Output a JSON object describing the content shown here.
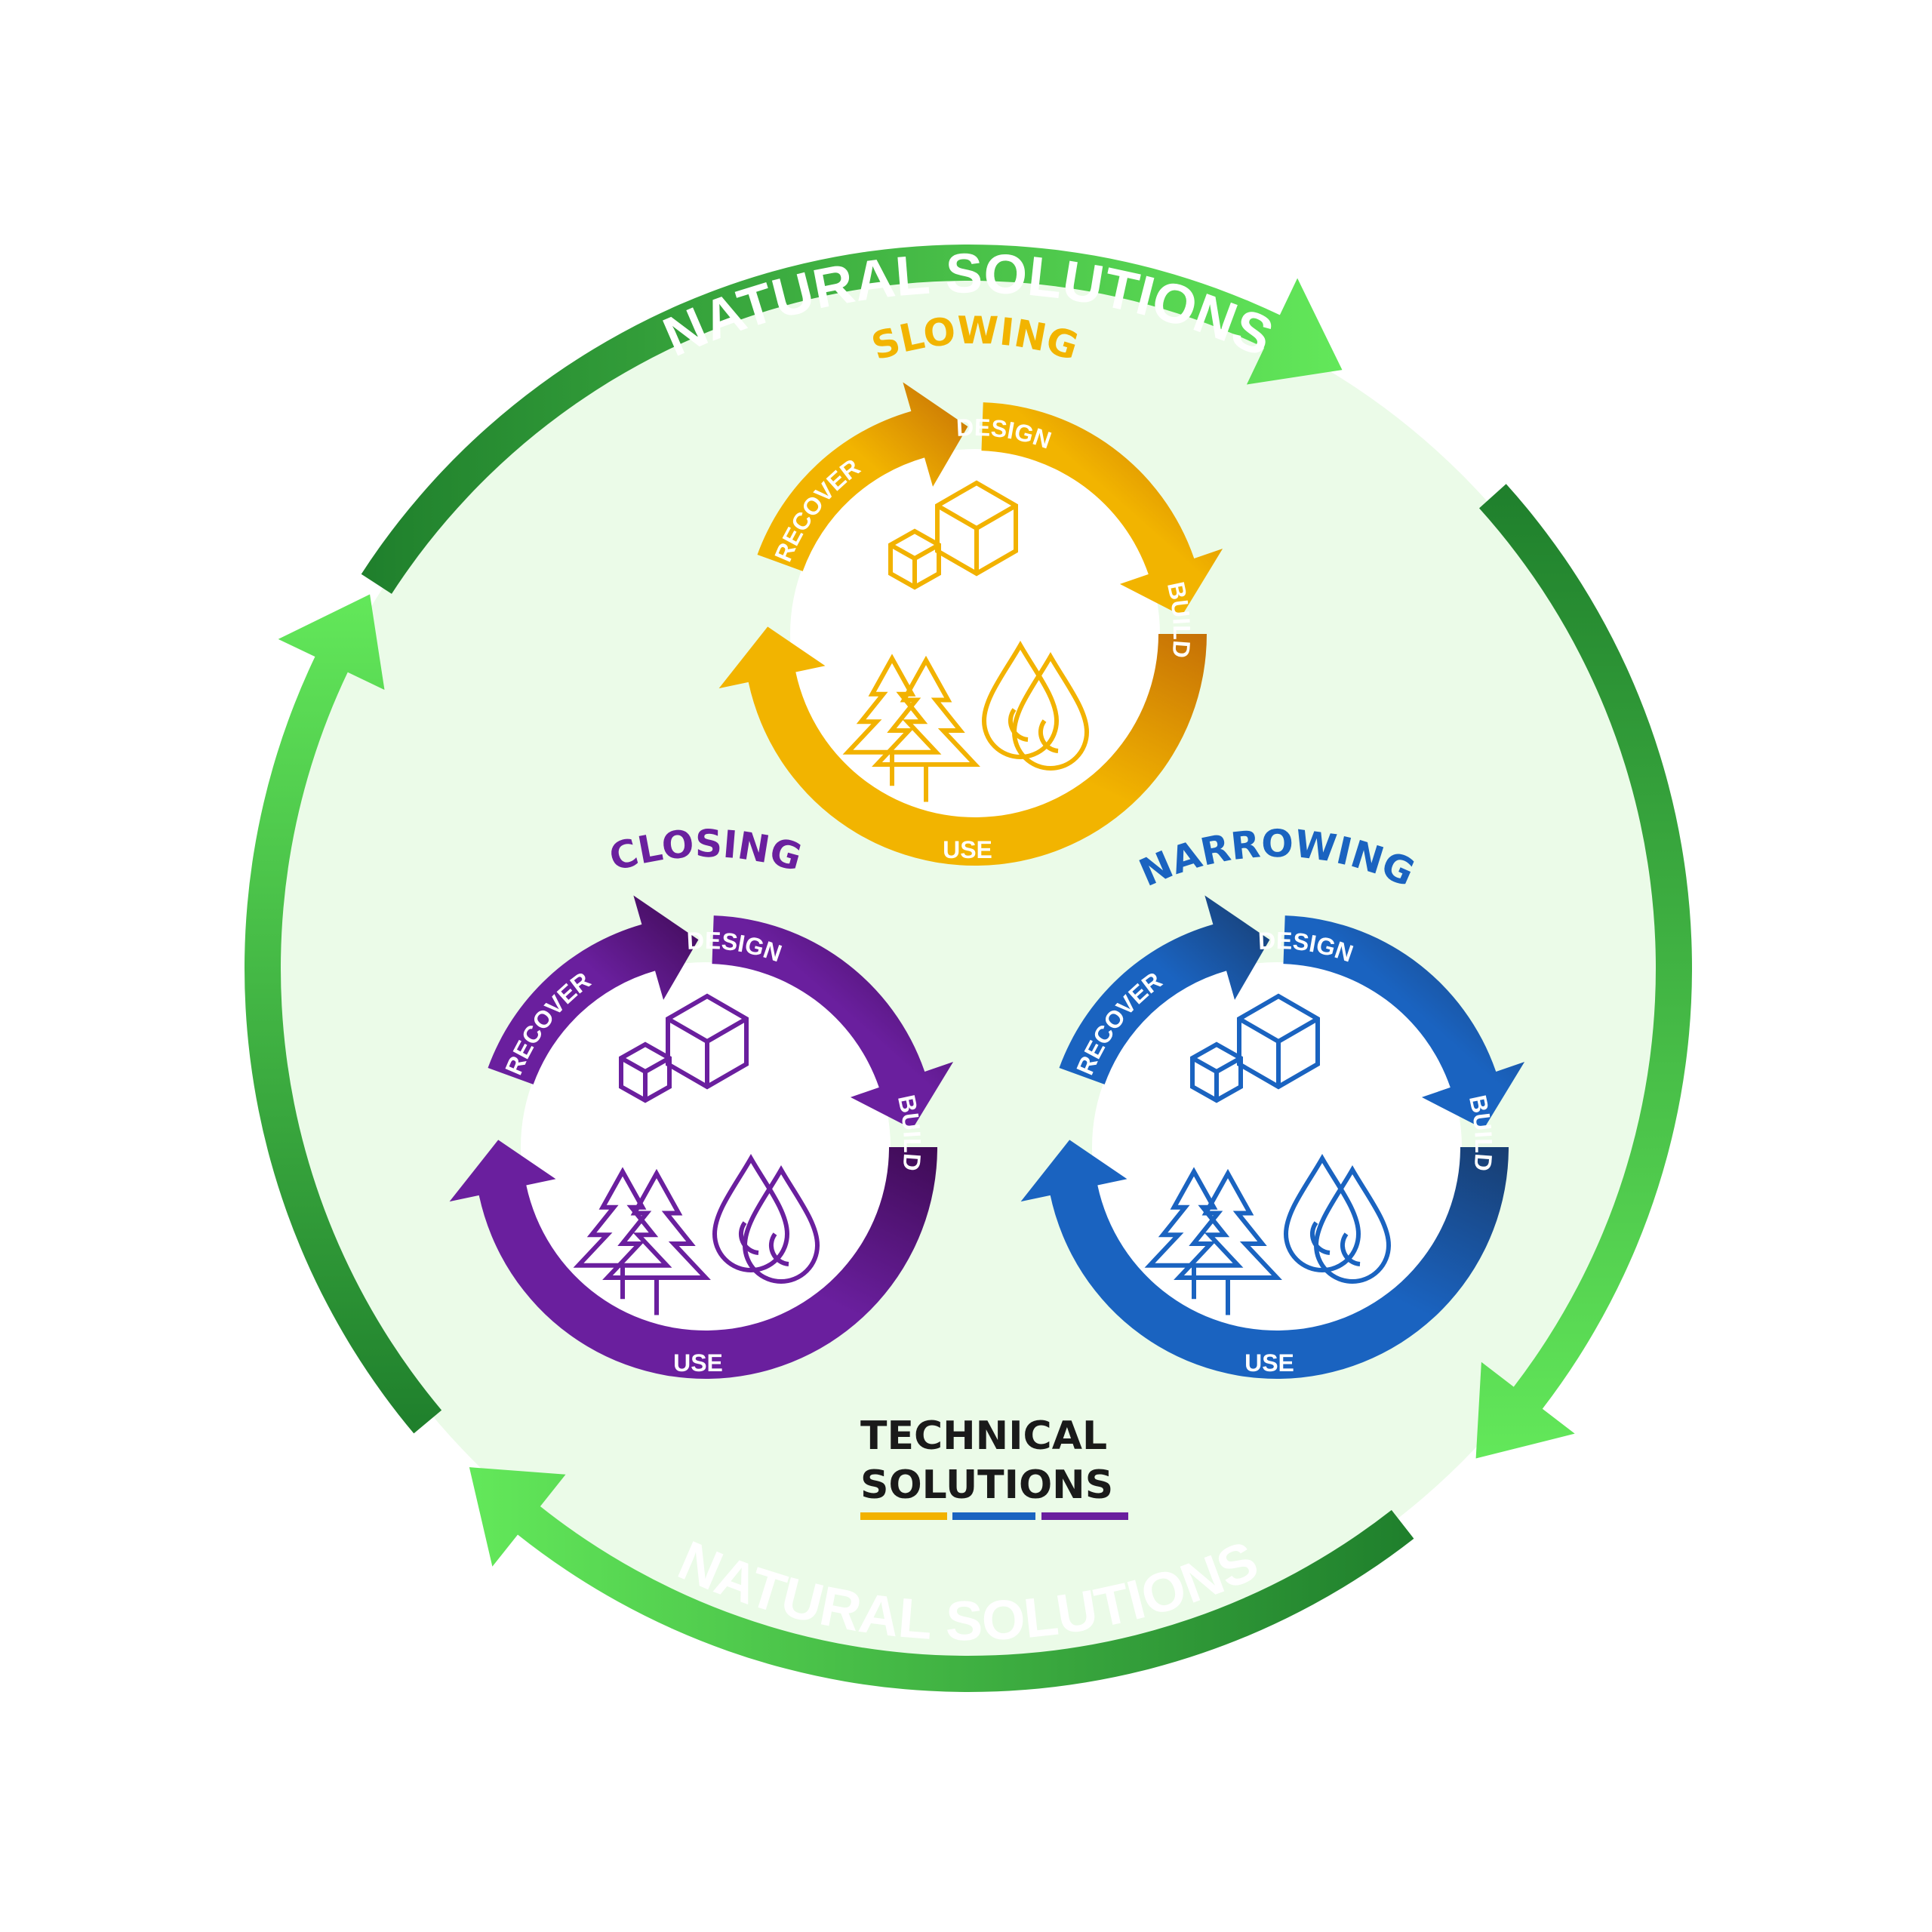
{
  "outer_cycle": {
    "label_top": "NATURAL SOLUTIONS",
    "label_bottom": "NATURAL SOLUTIONS",
    "colors": {
      "light": "#63e85a",
      "dark": "#1f7f2c",
      "fill": "#ebfbe8"
    }
  },
  "technical": {
    "line1": "TECHNICAL",
    "line2": "SOLUTIONS",
    "underline_colors": [
      "#f2b200",
      "#1a63c0",
      "#6a1f9e"
    ]
  },
  "cycles": [
    {
      "id": "slowing",
      "title": "SLOWING",
      "stages": [
        "DESIGN",
        "BUILD",
        "USE",
        "RECOVER"
      ],
      "icons": [
        "cubes-icon",
        "trees-icon",
        "drops-icon"
      ],
      "colors": {
        "main": "#f2b400",
        "dark": "#c46e06",
        "icon": "#f2b200"
      }
    },
    {
      "id": "closing",
      "title": "CLOSING",
      "stages": [
        "DESIGN",
        "BUILD",
        "USE",
        "RECOVER"
      ],
      "icons": [
        "cubes-icon",
        "trees-icon",
        "drops-icon"
      ],
      "colors": {
        "main": "#6a1f9e",
        "dark": "#3d0a52",
        "icon": "#6a1f9e"
      }
    },
    {
      "id": "narrowing",
      "title": "NARROWING",
      "stages": [
        "DESIGN",
        "BUILD",
        "USE",
        "RECOVER"
      ],
      "icons": [
        "cubes-icon",
        "trees-icon",
        "drops-icon"
      ],
      "colors": {
        "main": "#1a63c0",
        "dark": "#183c6e",
        "icon": "#1a63c0"
      }
    }
  ]
}
